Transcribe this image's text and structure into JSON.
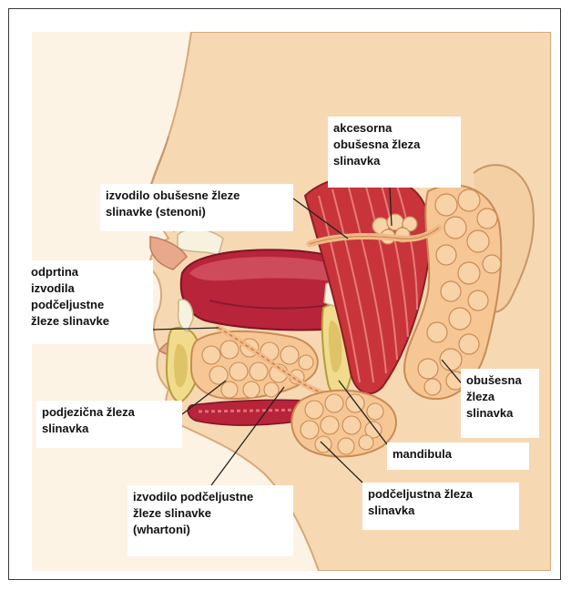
{
  "figure": {
    "colors": {
      "background": "#fdf3e4",
      "skin": "#f6d9b3",
      "skin_edge": "#d8a87a",
      "gland": "#f6c795",
      "gland_edge": "#c98b55",
      "muscle": "#c8343a",
      "muscle_light": "#e98a80",
      "tongue": "#b8243a",
      "tongue_top": "#d05060",
      "bone": "#f0dc8c",
      "tooth": "#f7f2e0",
      "leader": "#222222"
    },
    "labels": {
      "accessory_parotid": [
        "akcesorna",
        "obušesna žleza",
        "slinavka"
      ],
      "parotid_duct": [
        "izvodilo obušesne žleze",
        "slinavke (stenoni)"
      ],
      "submandibular_opening": [
        "odprtina",
        "izvodila",
        "podčeljustne",
        "žleze slinavke"
      ],
      "sublingual": [
        "podjezična žleza",
        "slinavka"
      ],
      "parotid": [
        "obušesna",
        "žleza",
        "slinavka"
      ],
      "mandible": [
        "mandibula"
      ],
      "submandibular_duct": [
        "izvodilo podčeljustne",
        "žleze slinavke",
        "(whartoni)"
      ],
      "submandibular": [
        "podčeljustna žleza",
        "slinavka"
      ]
    }
  }
}
